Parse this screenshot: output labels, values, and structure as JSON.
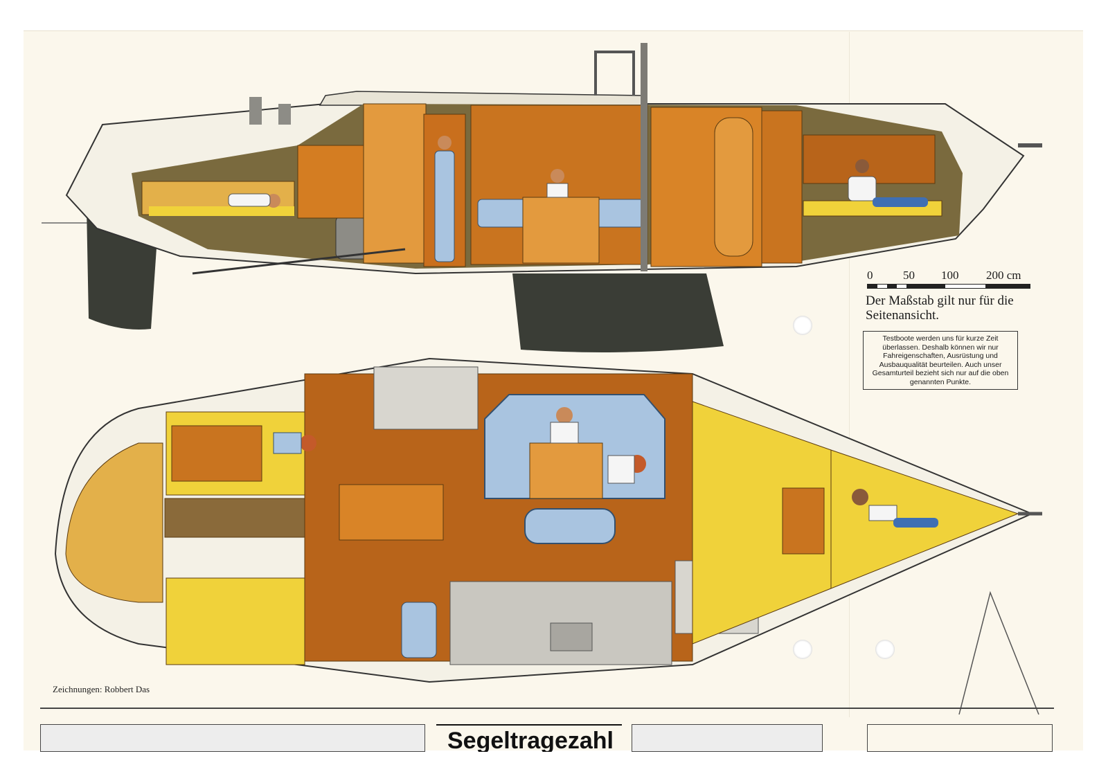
{
  "scale": {
    "ticks": [
      "0",
      "50",
      "100",
      "200 cm"
    ],
    "caption": "Der Maßstab gilt nur für die Seitenansicht."
  },
  "notice": "Testboote werden uns für kurze Zeit überlassen. Deshalb können wir nur Fahreigenschaften, Ausrüstung und Ausbauqualität beurteilen. Auch unser Gesamturteil bezieht sich nur auf die oben genannten Punkte.",
  "credit": "Zeichnungen: Robbert Das",
  "bottom": {
    "heading": "Segeltragezahl"
  },
  "colors": {
    "wood": "#c9741f",
    "wood_light": "#e39a3e",
    "cushion": "#a9c4e0",
    "bunk": "#f0d23a",
    "keel": "#3a3d36",
    "hull": "#f4f1e6"
  }
}
